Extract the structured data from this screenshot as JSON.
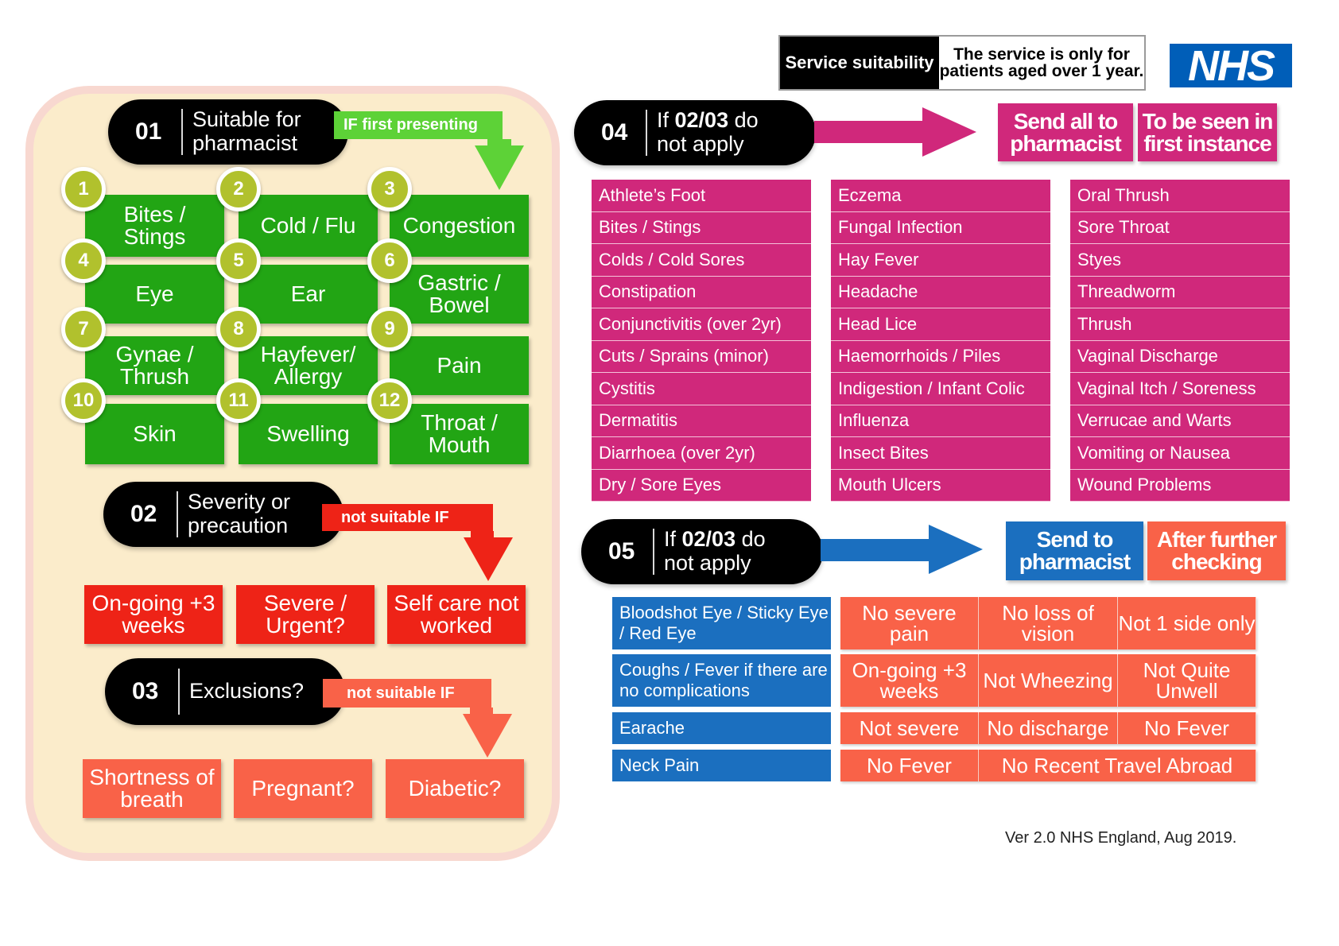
{
  "service": {
    "label": "Service suitability",
    "note": "The service is only for patients aged over 1 year.",
    "logo": "NHS"
  },
  "section01": {
    "number": "01",
    "title": "Suitable for pharmacist",
    "tag": "IF first presenting",
    "items": [
      {
        "n": "1",
        "label": "Bites / Stings"
      },
      {
        "n": "2",
        "label": "Cold / Flu"
      },
      {
        "n": "3",
        "label": "Congestion"
      },
      {
        "n": "4",
        "label": "Eye"
      },
      {
        "n": "5",
        "label": "Ear"
      },
      {
        "n": "6",
        "label": "Gastric / Bowel"
      },
      {
        "n": "7",
        "label": "Gynae / Thrush"
      },
      {
        "n": "8",
        "label": "Hayfever/ Allergy"
      },
      {
        "n": "9",
        "label": "Pain"
      },
      {
        "n": "10",
        "label": "Skin"
      },
      {
        "n": "11",
        "label": "Swelling"
      },
      {
        "n": "12",
        "label": "Throat / Mouth"
      }
    ]
  },
  "section02": {
    "number": "02",
    "title": "Severity or precaution",
    "tag": "not suitable IF",
    "items": [
      "On-going +3 weeks",
      "Severe / Urgent?",
      "Self care not worked"
    ]
  },
  "section03": {
    "number": "03",
    "title": "Exclusions?",
    "tag": "not suitable IF",
    "items": [
      "Shortness of breath",
      "Pregnant?",
      "Diabetic?"
    ]
  },
  "section04": {
    "number": "04",
    "title_pre": "If ",
    "title_bold": "02/03",
    "title_post": " do not apply",
    "action": "Send all to pharmacist",
    "action_note": "To be seen in first instance",
    "columns": [
      [
        "Athlete’s Foot",
        "Bites / Stings",
        "Colds / Cold Sores",
        "Constipation",
        "Conjunctivitis (over 2yr)",
        "Cuts / Sprains (minor)",
        "Cystitis",
        "Dermatitis",
        "Diarrhoea (over 2yr)",
        "Dry / Sore Eyes"
      ],
      [
        "Eczema",
        "Fungal Infection",
        "Hay Fever",
        "Headache",
        "Head Lice",
        "Haemorrhoids / Piles",
        "Indigestion / Infant Colic",
        "Influenza",
        "Insect Bites",
        "Mouth Ulcers"
      ],
      [
        "Oral Thrush",
        "Sore Throat",
        "Styes",
        "Threadworm",
        "Thrush",
        "Vaginal Discharge",
        "Vaginal Itch / Soreness",
        "Verrucae and Warts",
        "Vomiting or Nausea",
        "Wound Problems"
      ]
    ]
  },
  "section05": {
    "number": "05",
    "title_pre": "If ",
    "title_bold": "02/03",
    "title_post": " do not apply",
    "action": "Send to pharmacist",
    "action_note": "After further checking",
    "rows": [
      {
        "condition": "Bloodshot Eye / Sticky Eye / Red Eye",
        "checks": [
          "No severe pain",
          "No loss of vision",
          "Not 1 side only"
        ]
      },
      {
        "condition": "Coughs / Fever if there are no complications",
        "checks": [
          "On-going +3 weeks",
          "Not Wheezing",
          "Not Quite Unwell"
        ]
      },
      {
        "condition": "Earache",
        "checks": [
          "Not severe",
          "No discharge",
          "No Fever"
        ]
      },
      {
        "condition": "Neck Pain",
        "checks": [
          "No Fever",
          "No Recent Travel Abroad"
        ]
      }
    ]
  },
  "footer": "Ver 2.0 NHS England, Aug 2019."
}
